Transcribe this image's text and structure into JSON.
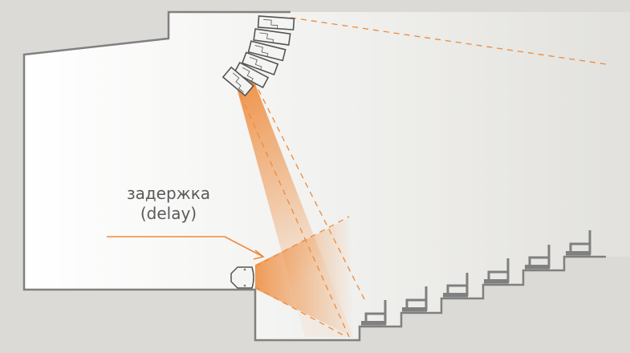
{
  "diagram": {
    "title": "",
    "label_line1": "задержка",
    "label_line2": "(delay)",
    "colors": {
      "background": "#dbdad6",
      "room_fill_left": "#ffffff",
      "room_fill_right": "#e4e3df",
      "outline": "#808080",
      "accent": "#ee8a3a",
      "speaker_stroke": "#555555"
    },
    "elements": {
      "main_array": "line-array speaker (6 cabinets), hung at ceiling",
      "delay_speaker": "delay speaker on balcony edge",
      "seating": "stepped tiered seating, 6 rows with seats",
      "dashed_lines": "coverage boundaries"
    }
  }
}
